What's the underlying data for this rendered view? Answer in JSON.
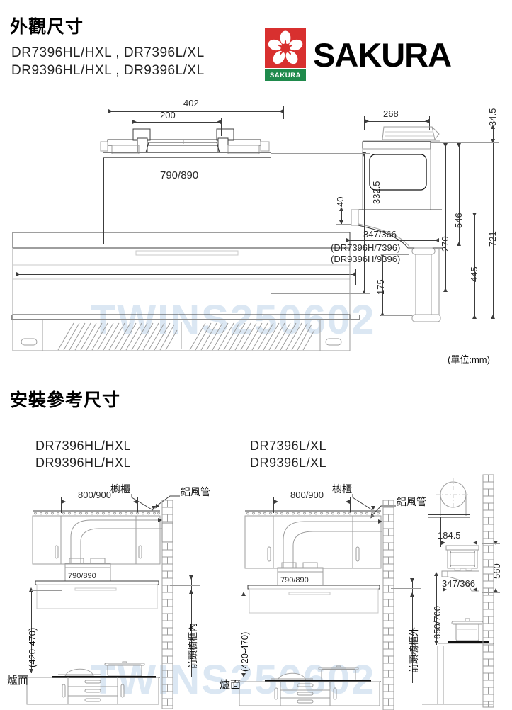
{
  "document": {
    "watermark": "TWINS250602",
    "unit_note": "(單位:mm)"
  },
  "brand": {
    "name": "SAKURA",
    "badge_text": "SAKURA",
    "logo_red": "#d8302f",
    "logo_green": "#1f8a4c"
  },
  "sections": {
    "appearance": {
      "title": "外觀尺寸",
      "models_line1": "DR7396HL/HXL , DR7396L/XL",
      "models_line2": "DR9396HL/HXL , DR9396L/XL",
      "front_view": {
        "dim_top_outer": "402",
        "dim_top_inner": "200",
        "dim_width": "790/890",
        "dim_height": "332.5"
      },
      "side_view": {
        "dim_depth_top": "268",
        "dim_lip": "34.5",
        "dim_duct_height": "40",
        "dim_depth_body": "347/366",
        "note_line1": "(DR7396H/7396)",
        "note_line2": "(DR9396H/9396)",
        "dim_546": "546",
        "dim_270": "270",
        "dim_445": "445",
        "dim_721": "721",
        "dim_175": "175"
      }
    },
    "install": {
      "title": "安裝參考尺寸",
      "diagram_left": {
        "models_line1": "DR7396HL/HXL",
        "models_line2": "DR9396HL/HXL",
        "label_cabinet": "櫥櫃",
        "label_duct": "鋁風管",
        "dim_cabinet_opening": "800/900",
        "dim_hood_width": "790/890",
        "dim_height_range": "(420-470)",
        "label_stove": "爐面",
        "label_duct_position": "前頭櫥櫃內"
      },
      "diagram_mid": {
        "models_line1": "DR7396L/XL",
        "models_line2": "DR9396L/XL",
        "label_cabinet": "櫥櫃",
        "label_duct": "鋁風管",
        "dim_cabinet_opening": "800/900",
        "dim_hood_width": "790/890",
        "dim_height_range": "(420-470)",
        "label_stove": "爐面",
        "label_duct_position": "前頭櫥櫃外"
      },
      "diagram_right": {
        "dim_duct_offset": "184.5",
        "dim_depth": "347/366",
        "dim_wall_height": "560",
        "dim_mount_height": "650/700"
      }
    }
  }
}
